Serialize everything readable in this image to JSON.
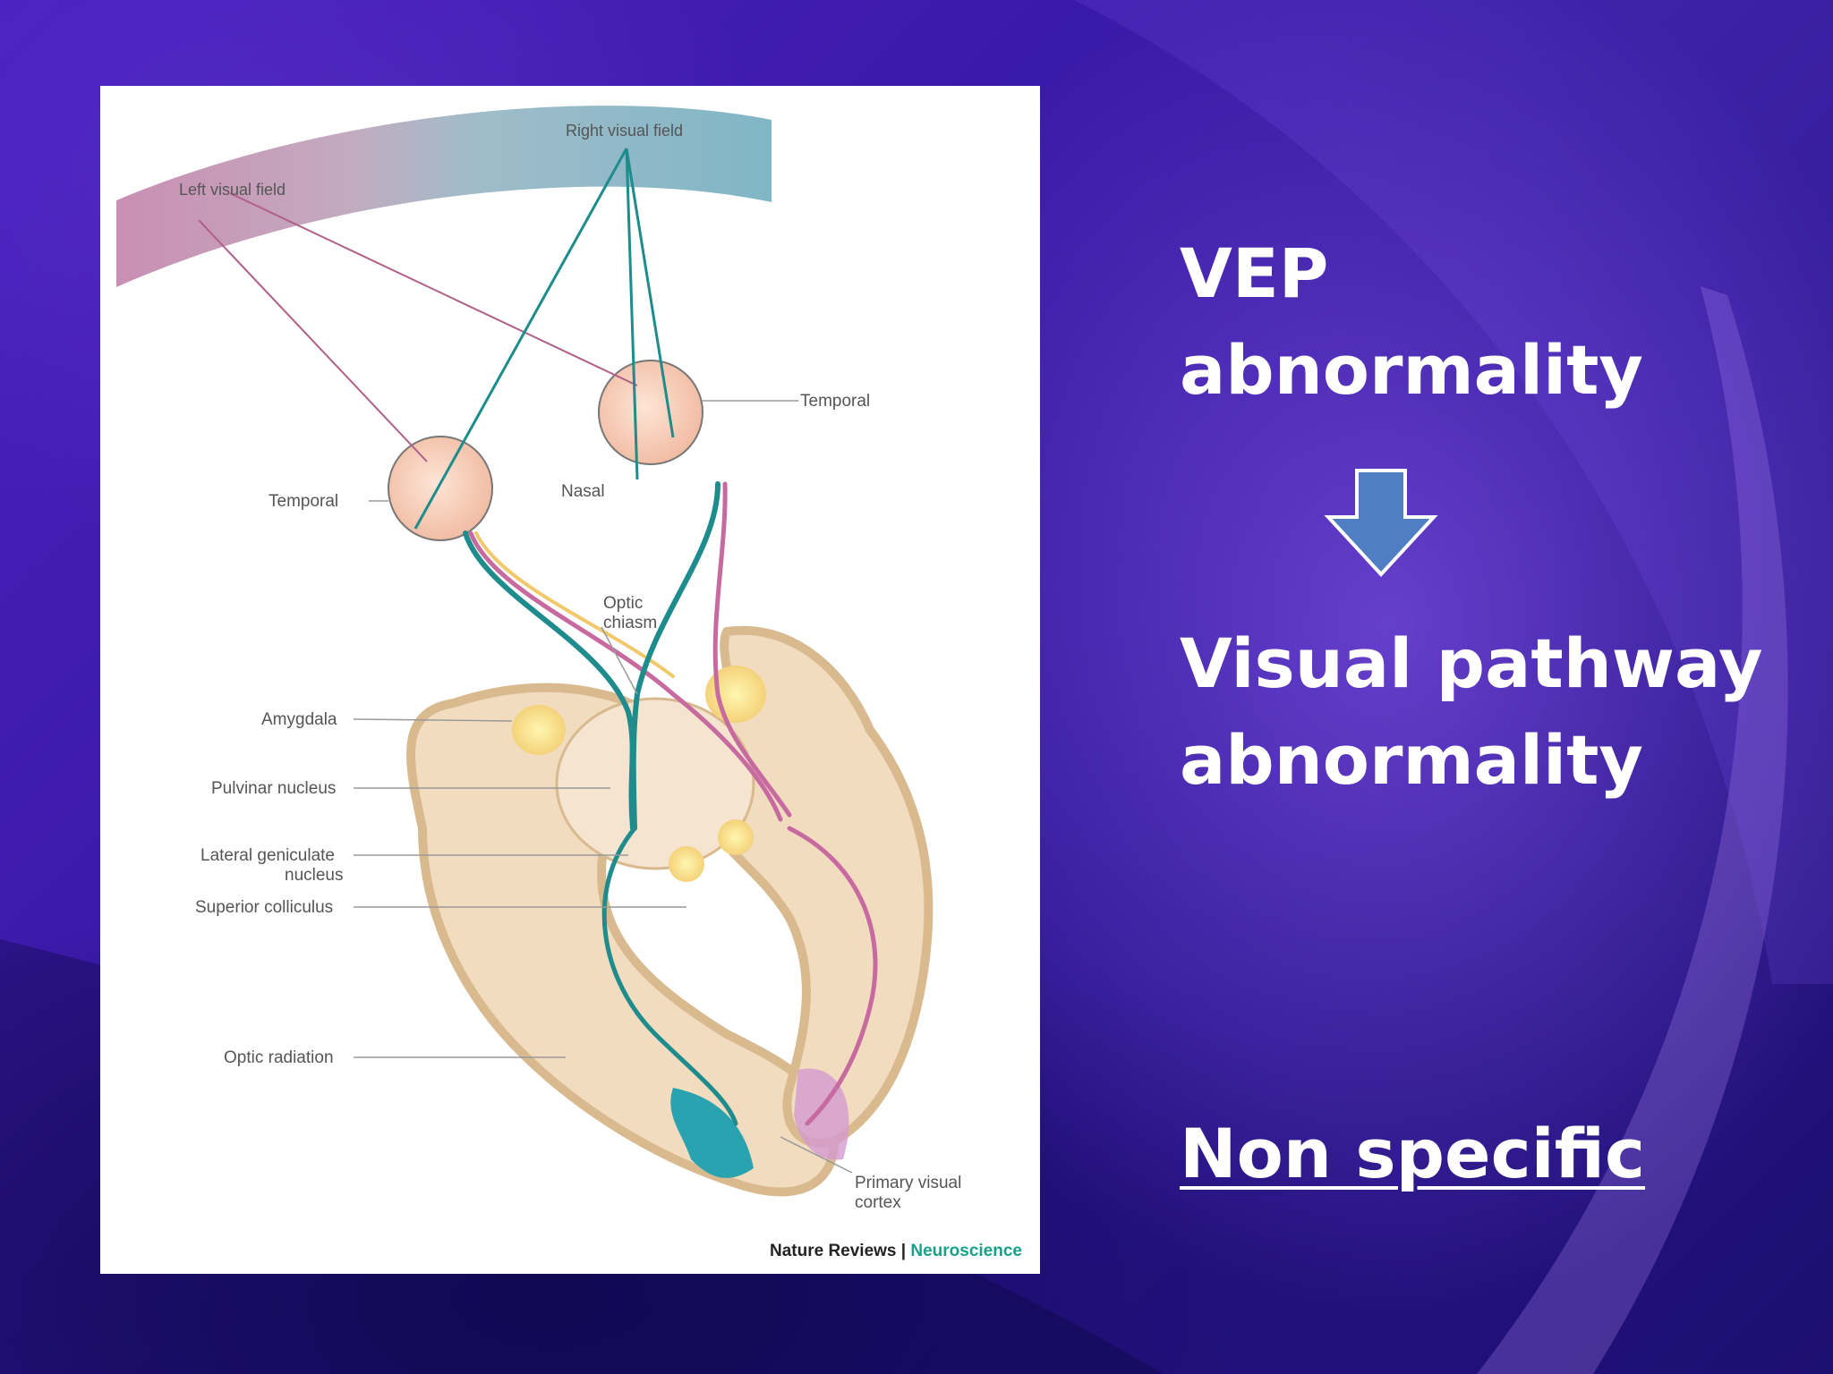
{
  "slide": {
    "heading1_line1": "VEP",
    "heading1_line2": "abnormality",
    "heading2_line1": "Visual pathway",
    "heading2_line2": "abnormality",
    "footer_text": "Non specific",
    "arrow_color": "#4f7ec3",
    "text_color": "#ffffff"
  },
  "figure": {
    "labels": {
      "left_visual_field": "Left visual field",
      "right_visual_field": "Right visual field",
      "temporal_right": "Temporal",
      "temporal_left": "Temporal",
      "nasal": "Nasal",
      "optic_chiasm_1": "Optic",
      "optic_chiasm_2": "chiasm",
      "amygdala": "Amygdala",
      "pulvinar": "Pulvinar nucleus",
      "lgn_1": "Lateral geniculate",
      "lgn_2": "nucleus",
      "superior_colliculus": "Superior colliculus",
      "optic_radiation": "Optic radiation",
      "primary_visual_1": "Primary visual",
      "primary_visual_2": "cortex"
    },
    "credit_journal": "Nature Reviews",
    "credit_sep": " | ",
    "credit_field": "Neuroscience",
    "colors": {
      "left_field": "#b97aa2",
      "right_field": "#6fa8b8",
      "right_pathway": "#1e8c8c",
      "left_pathway": "#c76aa0",
      "brain": "#f2dcc0",
      "brain_edge": "#d9b98e"
    }
  }
}
